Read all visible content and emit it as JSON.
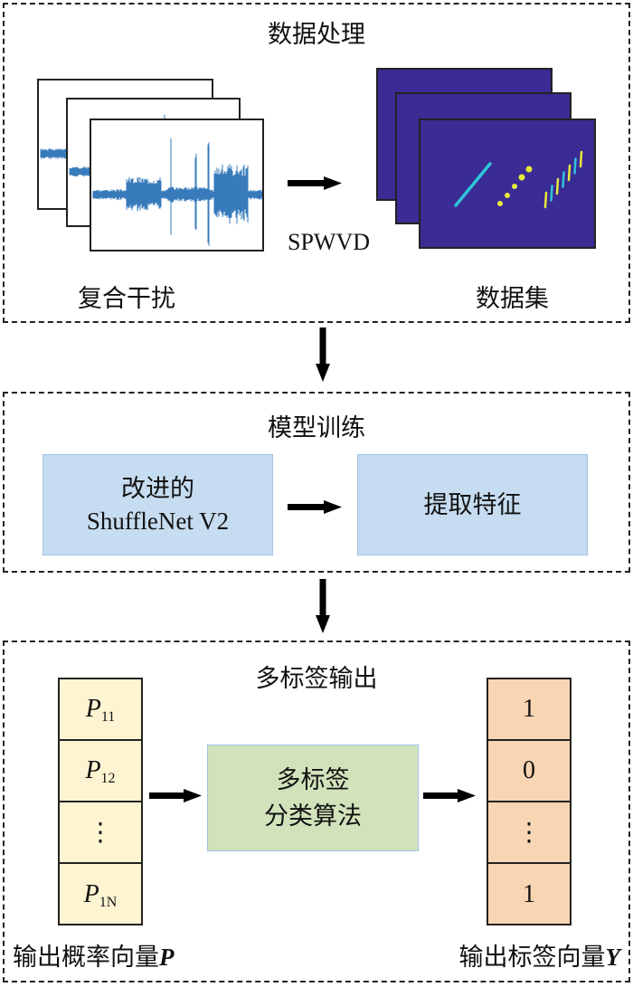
{
  "sections": {
    "data_processing": {
      "title": "数据处理",
      "input_label": "复合干扰",
      "transform_label": "SPWVD",
      "output_label": "数据集"
    },
    "model_training": {
      "title": "模型训练",
      "model_box": {
        "line1": "改进的",
        "line2": "ShuffleNet V2"
      },
      "feature_box": {
        "label": "提取特征"
      }
    },
    "multi_label_output": {
      "title": "多标签输出",
      "prob_vector": {
        "cells": [
          {
            "symbol": "P",
            "subscript": "11"
          },
          {
            "symbol": "P",
            "subscript": "12"
          },
          {
            "symbol": "⋮",
            "subscript": ""
          },
          {
            "symbol": "P",
            "subscript": "1N"
          }
        ],
        "label": "输出概率向量",
        "label_var": "P"
      },
      "classifier_box": {
        "line1": "多标签",
        "line2": "分类算法"
      },
      "label_vector": {
        "cells": [
          "1",
          "0",
          "⋮",
          "1"
        ],
        "label": "输出标签向量",
        "label_var": "Y"
      }
    }
  },
  "colors": {
    "signal_blue": "#1565b0",
    "spectrogram_bg": "#3a2b95",
    "spectrogram_cyan": "#2fc4d8",
    "spectrogram_yellow": "#e6e83a",
    "model_box_fill": "#c6dcf0",
    "classifier_box_fill": "#d2e3bb",
    "prob_vector_fill": "#fdf4d2",
    "label_vector_fill": "#f8d5b3"
  }
}
